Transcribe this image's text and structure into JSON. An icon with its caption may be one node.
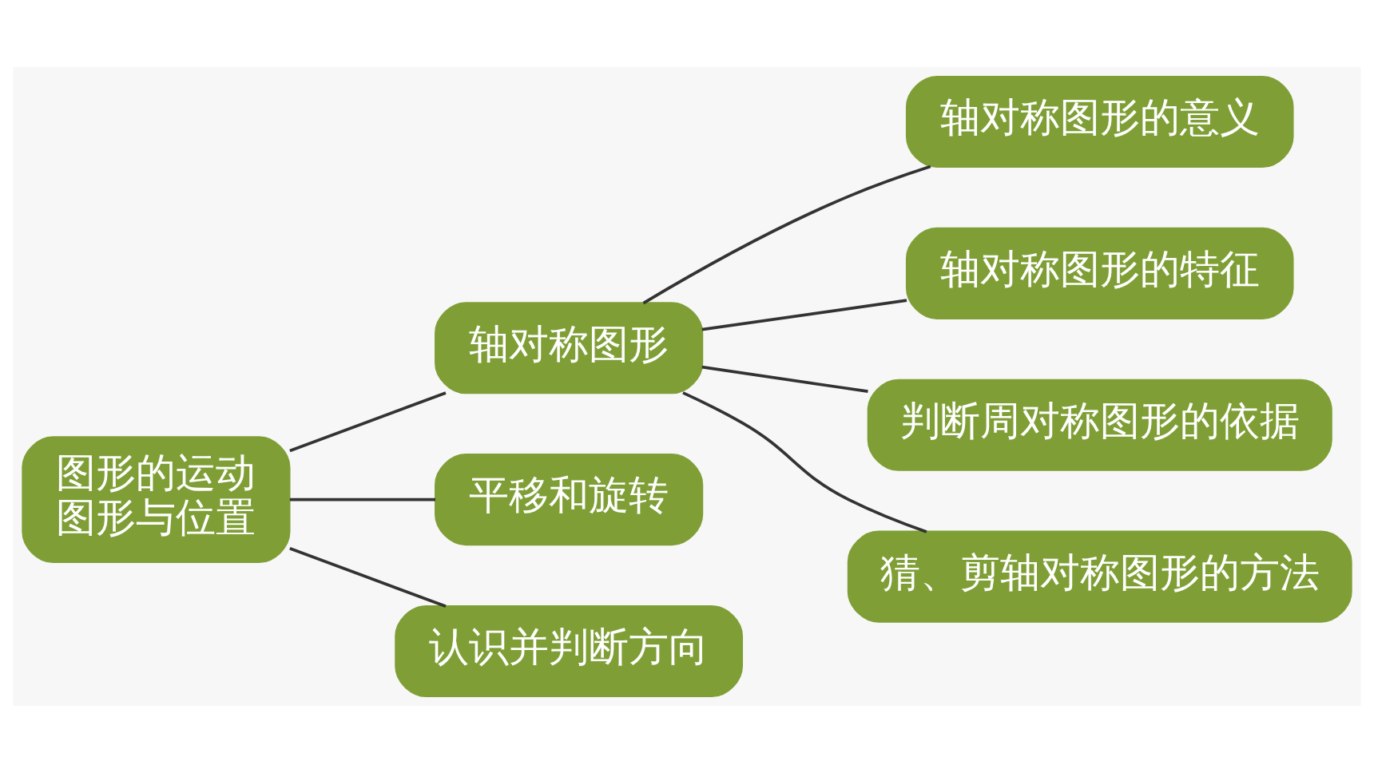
{
  "diagram": {
    "nodes": [
      {
        "text": [
          "图形的运动",
          "图形与位置"
        ]
      },
      {
        "text": [
          "轴对称图形"
        ]
      },
      {
        "text": [
          "平移和旋转"
        ]
      },
      {
        "text": [
          "认识并判断方向"
        ]
      },
      {
        "text": [
          "轴对称图形的意义"
        ]
      },
      {
        "text": [
          "轴对称图形的特征"
        ]
      },
      {
        "text": [
          "判断周对称图形的依据"
        ]
      },
      {
        "text": [
          "猜、剪轴对称图形的方法"
        ]
      }
    ],
    "edges": [
      {
        "from": 0,
        "to": 1,
        "arrow": "none"
      },
      {
        "from": 0,
        "to": 2,
        "arrow": "none"
      },
      {
        "from": 0,
        "to": 3,
        "arrow": "none"
      },
      {
        "from": 1,
        "to": 4,
        "arrow": "none"
      },
      {
        "from": 1,
        "to": 5,
        "arrow": "none"
      },
      {
        "from": 1,
        "to": 6,
        "arrow": "none"
      },
      {
        "from": 1,
        "to": 7,
        "arrow": "none"
      }
    ]
  }
}
